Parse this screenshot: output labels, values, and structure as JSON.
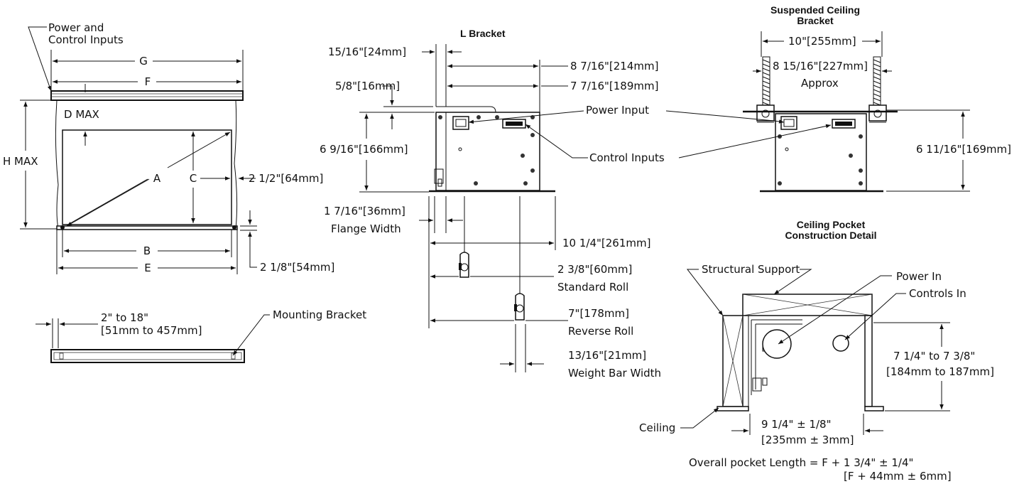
{
  "screen": {
    "power_control_inputs": "Power and\nControl Inputs",
    "letters": {
      "G": "G",
      "F": "F",
      "A": "A",
      "C": "C",
      "B": "B",
      "E": "E"
    },
    "d_max": "D MAX",
    "h_max": "H MAX",
    "dim_2_1_2": "2 1/2\"[64mm]",
    "dim_2_1_8": "2 1/8\"[54mm]",
    "bracket_spacing_1": "2\" to 18\"",
    "bracket_spacing_2": "[51mm to 457mm]",
    "mounting_bracket": "Mounting Bracket"
  },
  "l_bracket": {
    "title": "L Bracket",
    "dim_15_16": "15/16\"[24mm]",
    "dim_8_7_16": "8 7/16\"[214mm]",
    "dim_5_8": "5/8\"[16mm]",
    "dim_7_7_16": "7 7/16\"[189mm]",
    "power_input": "Power Input",
    "dim_6_9_16": "6 9/16\"[166mm]",
    "control_inputs": "Control Inputs",
    "dim_1_7_16": "1 7/16\"[36mm]",
    "flange_width": "Flange Width",
    "dim_10_1_4": "10 1/4\"[261mm]",
    "dim_2_3_8": "2 3/8\"[60mm]",
    "standard_roll": "Standard Roll",
    "dim_7": "7\"[178mm]",
    "reverse_roll": "Reverse Roll",
    "dim_13_16": "13/16\"[21mm]",
    "weight_bar_width": "Weight Bar Width"
  },
  "suspended": {
    "title_line1": "Suspended Ceiling",
    "title_line2": "Bracket",
    "dim_10": "10\"[255mm]",
    "dim_8_15_16": "8 15/16\"[227mm]",
    "approx": "Approx",
    "dim_6_11_16": "6 11/16\"[169mm]"
  },
  "pocket": {
    "title_line1": "Ceiling Pocket",
    "title_line2": "Construction Detail",
    "structural_support": "Structural Support",
    "power_in": "Power In",
    "controls_in": "Controls In",
    "dim_7_1_4_a": "7 1/4\" to 7 3/8\"",
    "dim_7_1_4_b": "[184mm to 187mm]",
    "ceiling": "Ceiling",
    "dim_9_1_4_a": "9 1/4\" ± 1/8\"",
    "dim_9_1_4_b": "[235mm ± 3mm]",
    "overall_1": "Overall pocket Length = F + 1 3/4\" ± 1/4\"",
    "overall_2": "[F + 44mm ± 6mm]"
  }
}
